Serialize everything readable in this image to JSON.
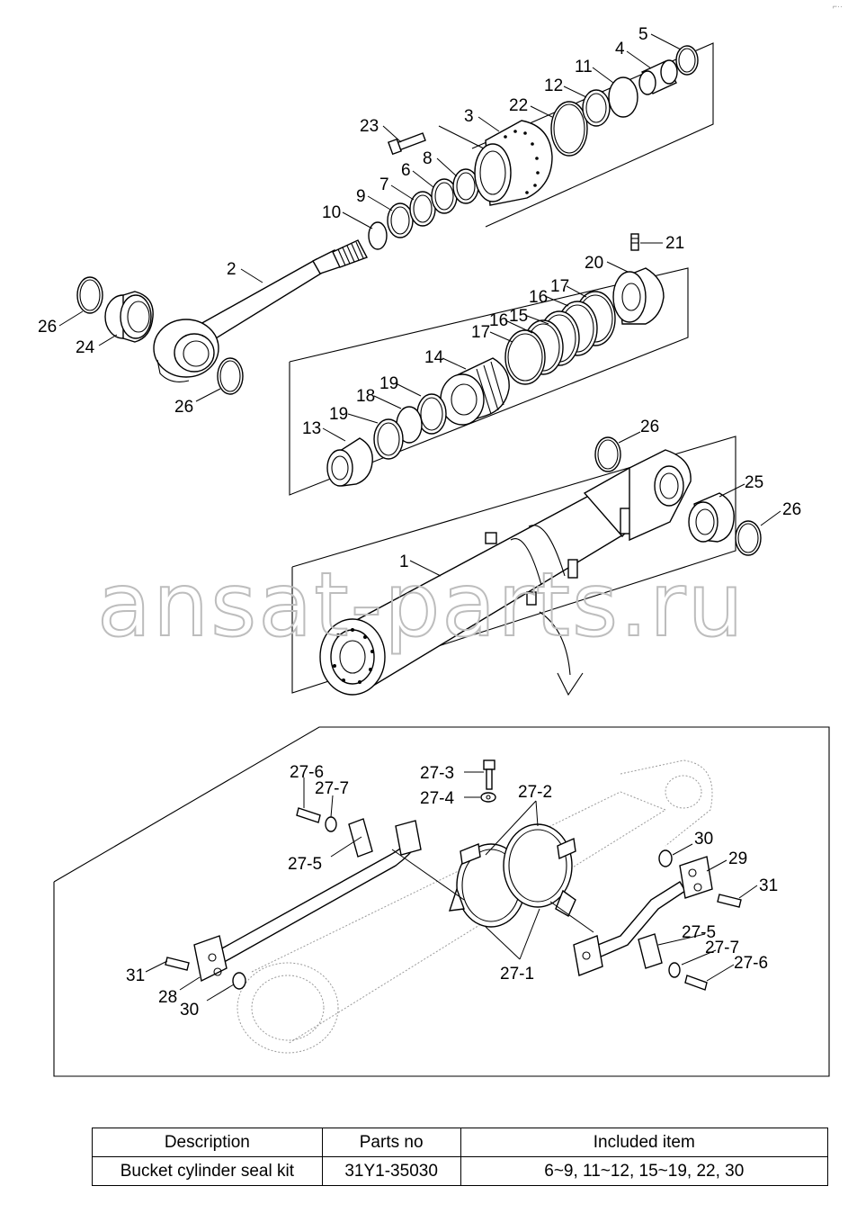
{
  "watermark": "ansat-parts.ru",
  "corner_mark": "⌐··",
  "callouts": {
    "c1": "1",
    "c2": "2",
    "c3": "3",
    "c4": "4",
    "c5": "5",
    "c6": "6",
    "c7": "7",
    "c8": "8",
    "c9": "9",
    "c10": "10",
    "c11": "11",
    "c12": "12",
    "c13": "13",
    "c14": "14",
    "c15": "15",
    "c16a": "16",
    "c16b": "16",
    "c17a": "17",
    "c17b": "17",
    "c18": "18",
    "c19a": "19",
    "c19b": "19",
    "c20": "20",
    "c21": "21",
    "c22": "22",
    "c23": "23",
    "c24": "24",
    "c25": "25",
    "c26a": "26",
    "c26b": "26",
    "c26c": "26",
    "c26d": "26",
    "c27_1": "27-1",
    "c27_2": "27-2",
    "c27_3": "27-3",
    "c27_4": "27-4",
    "c27_5a": "27-5",
    "c27_5b": "27-5",
    "c27_6a": "27-6",
    "c27_6b": "27-6",
    "c27_7a": "27-7",
    "c27_7b": "27-7",
    "c28": "28",
    "c29": "29",
    "c30a": "30",
    "c30b": "30",
    "c31a": "31",
    "c31b": "31"
  },
  "table": {
    "headers": [
      "Description",
      "Parts no",
      "Included item"
    ],
    "rows": [
      [
        "Bucket cylinder seal kit",
        "31Y1-35030",
        "6~9, 11~12, 15~19, 22, 30"
      ]
    ]
  }
}
